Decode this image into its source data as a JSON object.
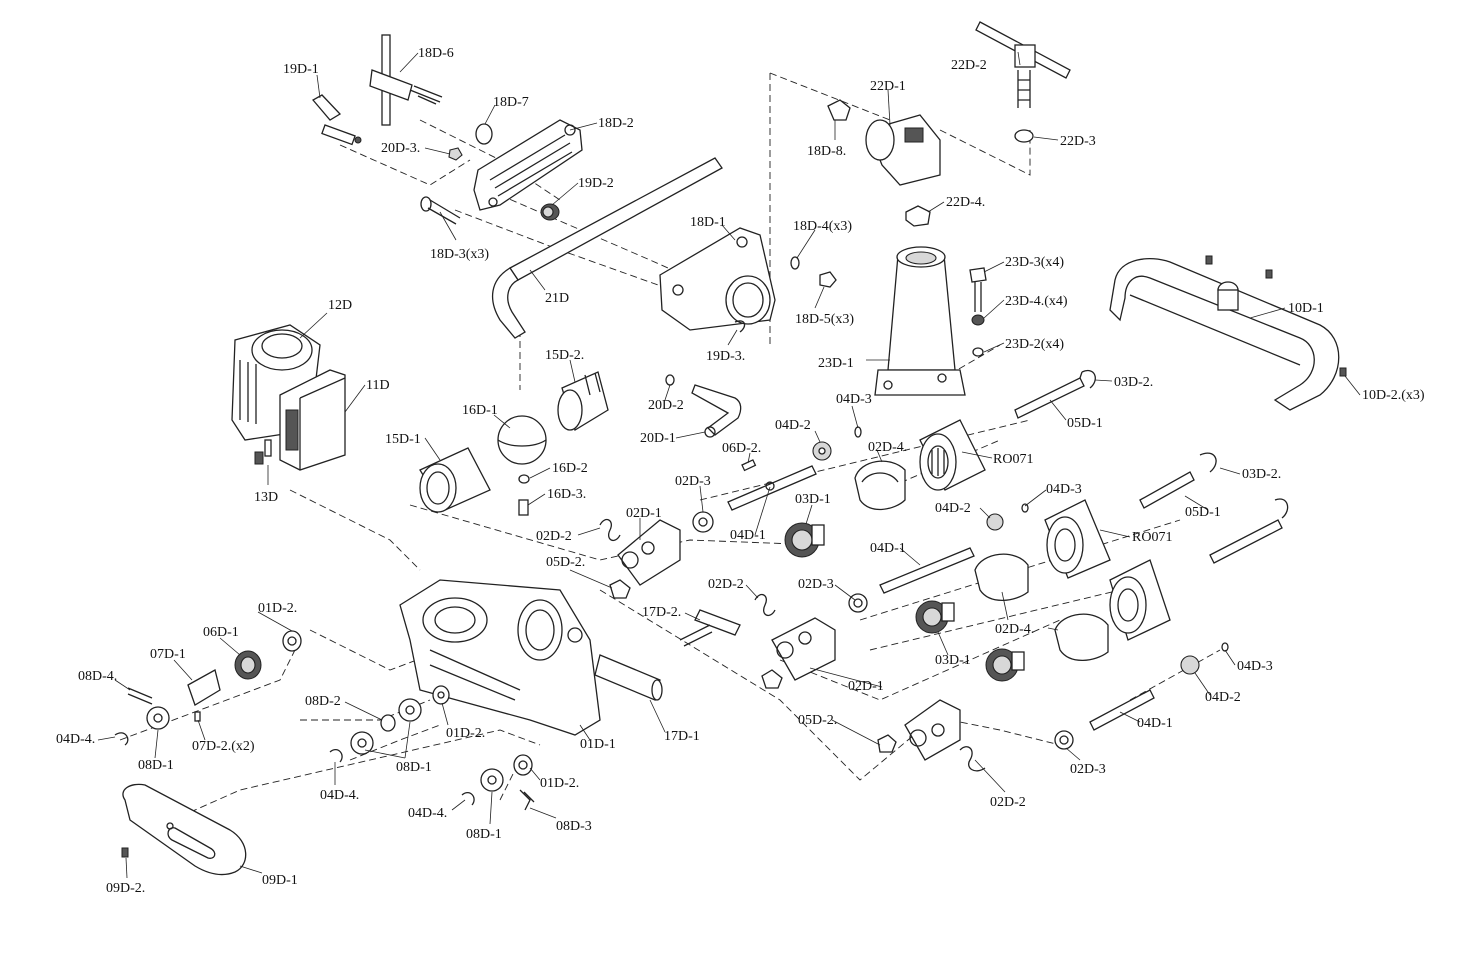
{
  "labels": {
    "l19D1": "19D-1",
    "l18D6": "18D-6",
    "l18D7": "18D-7",
    "l18D2": "18D-2",
    "l20D3": "20D-3.",
    "l19D2": "19D-2",
    "l18D3": "18D-3(x3)",
    "l21D": "21D",
    "l18D1": "18D-1",
    "l18D4": "18D-4(x3)",
    "l18D5": "18D-5(x3)",
    "l19D3": "19D-3.",
    "l22D1": "22D-1",
    "l18D8": "18D-8.",
    "l22D2": "22D-2",
    "l22D3": "22D-3",
    "l22D4": "22D-4.",
    "l23D3": "23D-3(x4)",
    "l23D4": "23D-4.(x4)",
    "l23D2": "23D-2(x4)",
    "l23D1": "23D-1",
    "l10D1": "10D-1",
    "l10D2": "10D-2.(x3)",
    "l12D": "12D",
    "l11D": "11D",
    "l13D": "13D",
    "l15D2": "15D-2.",
    "l16D1": "16D-1",
    "l15D1": "15D-1",
    "l16D2": "16D-2",
    "l16D3": "16D-3.",
    "l20D2": "20D-2",
    "l20D1": "20D-1",
    "l03D2a": "03D-2.",
    "l05D1a": "05D-1",
    "l04D3a": "04D-3",
    "l04D2a": "04D-2",
    "l06D2": "06D-2.",
    "l02D4a": "02D-4.",
    "lRO071a": "RO071",
    "l02D3a": "02D-3",
    "l03D1a": "03D-1",
    "l04D1a": "04D-1",
    "l02D2a": "02D-2",
    "l02D1a": "02D-1",
    "l05D2a": "05D-2.",
    "l04D2b": "04D-2",
    "l04D3b": "04D-3",
    "l03D2b": "03D-2.",
    "l05D1b": "05D-1",
    "lRO071b": "RO071",
    "l04D1b": "04D-1",
    "l02D3b": "02D-3",
    "l02D2b": "02D-2",
    "l17D2": "17D-2.",
    "l02D4b": "02D-4.",
    "l03D1b": "03D-1",
    "l02D1b": "02D-1",
    "l04D3c": "04D-3",
    "l04D2c": "04D-2",
    "l04D1c": "04D-1",
    "l05D2b": "05D-2.",
    "l02D3c": "02D-3",
    "l02D2c": "02D-2",
    "l17D1": "17D-1",
    "l01D1": "01D-1",
    "l01D2a": "01D-2.",
    "l06D1": "06D-1",
    "l07D1": "07D-1",
    "l08D4a": "08D-4.",
    "l04D4a": "04D-4.",
    "l08D1a": "08D-1",
    "l07D2": "07D-2.(x2)",
    "l08D2": "08D-2",
    "l08D1b": "08D-1",
    "l01D2b": "01D-2.",
    "l04D4b": "04D-4.",
    "l01D2c": "01D-2.",
    "l08D3": "08D-3",
    "l04D4c": "04D-4.",
    "l08D1c": "08D-1",
    "l09D2": "09D-2.",
    "l09D1": "09D-1"
  }
}
